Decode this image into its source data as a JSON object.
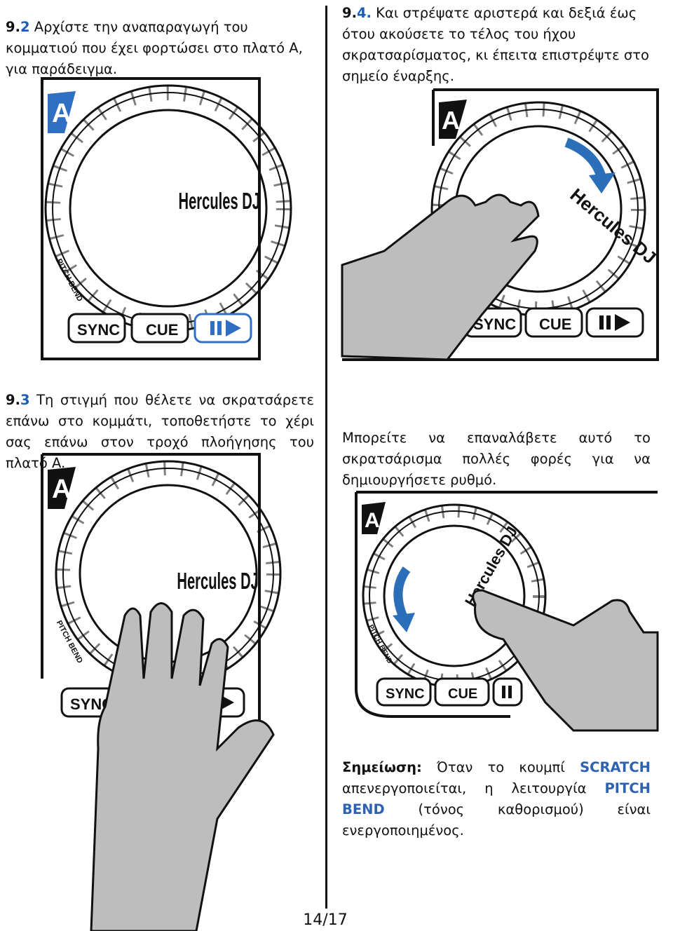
{
  "steps": [
    {
      "num_lead": "9.",
      "num_tail": "2",
      "text": "Αρχίστε την αναπαραγωγή του κομματιού που έχει φορτώσει στο πλατό A, για παράδειγμα."
    },
    {
      "num_lead": "9.",
      "num_tail": "3",
      "text": "Τη στιγμή που θέλετε να σκρατσάρετε επάνω στο κομμάτι, τοποθετήστε το χέρι σας επάνω στον τροχό πλοήγησης του πλατό A."
    },
    {
      "num_lead": "9.",
      "num_tail": "4.",
      "text": "Και στρέψατε αριστερά και δεξιά έως ότου ακούσετε το τέλος του ήχου σκρατσαρίσματος, κι έπειτα επιστρέψτε στο σημείο έναρξης."
    }
  ],
  "repeat_text": "Μπορείτε να επαναλάβετε αυτό το σκρατσάρισμα πολλές φορές για να δημιουργήσετε ρυθμό.",
  "note": {
    "label": "Σημείωση:",
    "part1": "Όταν το κουμπί",
    "scratch": "SCRATCH",
    "part2": "απενεργοποιείται, η λειτουργία",
    "pitch_bend": "PITCH BEND",
    "part3": "(τόνος καθορισμού) είναι ενεργοποιημένος."
  },
  "controller": {
    "deck_letter": "A",
    "brand": "Hercules DJ",
    "pitch_label": "PITCH BEND",
    "buttons": {
      "sync": "SYNC",
      "cue": "CUE"
    }
  },
  "page_number": "14/17",
  "colors": {
    "accent": "#2e62b0",
    "deck_blue": "#2f6fc4",
    "arrow_blue": "#2b6fb8",
    "hand": "#bdbdbd"
  }
}
